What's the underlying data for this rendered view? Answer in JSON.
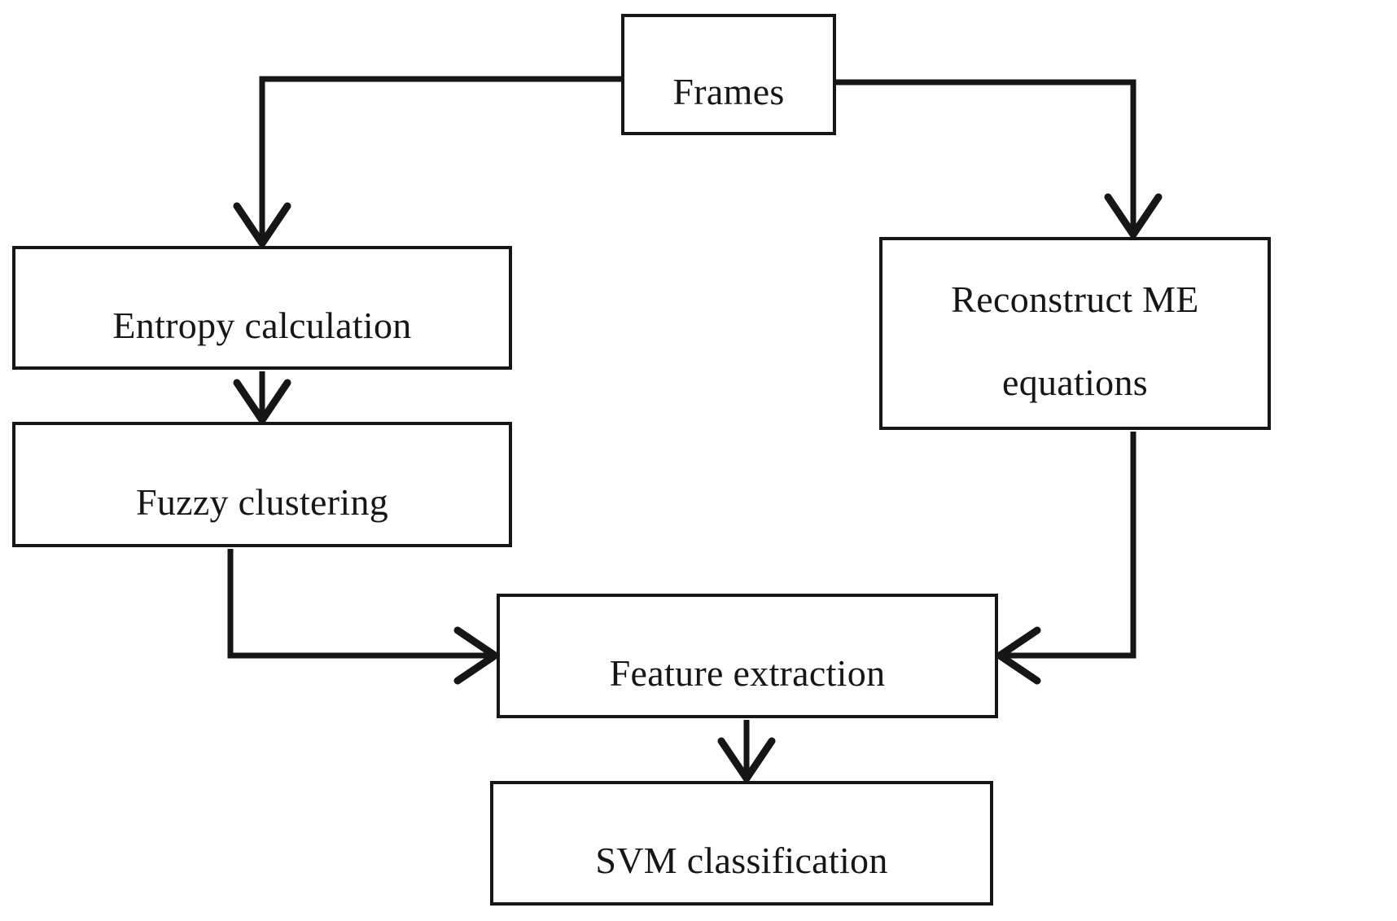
{
  "diagram": {
    "type": "flowchart",
    "background_color": "#ffffff",
    "line_color": "#161616",
    "box_fill_color": "#fefefe",
    "nodes": {
      "frames": {
        "label": "Frames"
      },
      "entropy": {
        "label": "Entropy calculation"
      },
      "fuzzy": {
        "label": "Fuzzy clustering"
      },
      "reconstruct": {
        "label_lines": [
          "Reconstruct ME",
          "equations"
        ]
      },
      "feature": {
        "label": "Feature extraction"
      },
      "svm": {
        "label": "SVM classification"
      }
    },
    "edges": [
      {
        "from": "Frames",
        "to": "Entropy calculation"
      },
      {
        "from": "Frames",
        "to": "Reconstruct ME equations"
      },
      {
        "from": "Entropy calculation",
        "to": "Fuzzy clustering"
      },
      {
        "from": "Fuzzy clustering",
        "to": "Feature extraction"
      },
      {
        "from": "Reconstruct ME equations",
        "to": "Feature extraction"
      },
      {
        "from": "Feature extraction",
        "to": "SVM classification"
      }
    ]
  }
}
